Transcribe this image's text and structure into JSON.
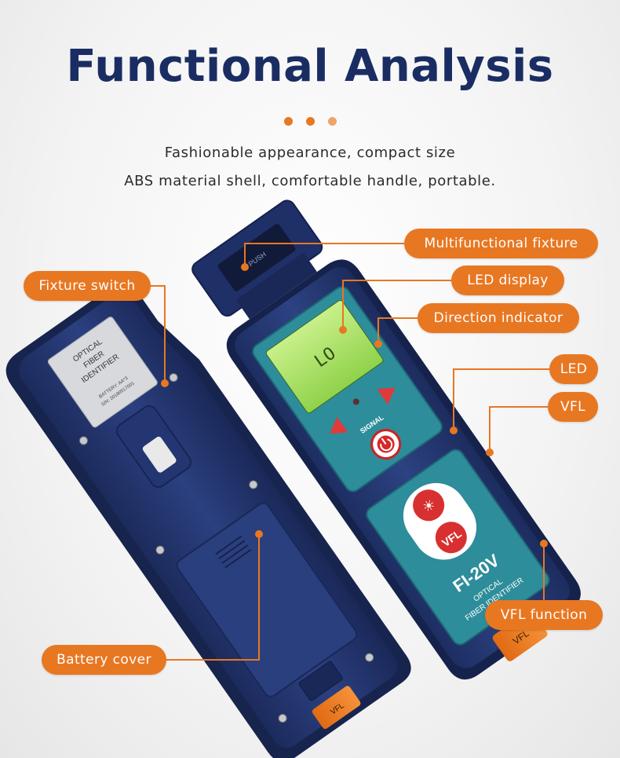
{
  "header": {
    "title": "Functional Analysis",
    "subtitle_line1": "Fashionable appearance, compact size",
    "subtitle_line2": "ABS material shell, comfortable handle, portable."
  },
  "colors": {
    "accent": "#e87722",
    "accent_light": "#f0a46b",
    "title": "#1a2d63",
    "device_body": "#263a73",
    "device_dark": "#1a2a58",
    "teal_panel": "#2d8d9a"
  },
  "callouts": {
    "multifunctional_fixture": "Multifunctional fixture",
    "led_display": "LED display",
    "direction_indicator": "Direction indicator",
    "led": "LED",
    "vfl": "VFL",
    "vfl_function": "VFL function",
    "fixture_switch": "Fixture switch",
    "battery_cover": "Battery cover"
  },
  "device_front": {
    "model": "FI-20V",
    "product_line1": "OPTICAL",
    "product_line2": "FIBER IDENTIFIER",
    "screen_text": "LO",
    "signal_label": "SIGNAL",
    "vfl_button": "VFL",
    "end_cap_label": "VFL",
    "top_arrow_label": "PUSH"
  },
  "device_back": {
    "label_line1": "OPTICAL",
    "label_line2": "FIBER",
    "label_line3": "IDENTIFIER",
    "label_line4": "BATTERY: AA*3",
    "label_line5": "S/N: 20180517001",
    "end_cap_label": "VFL"
  }
}
